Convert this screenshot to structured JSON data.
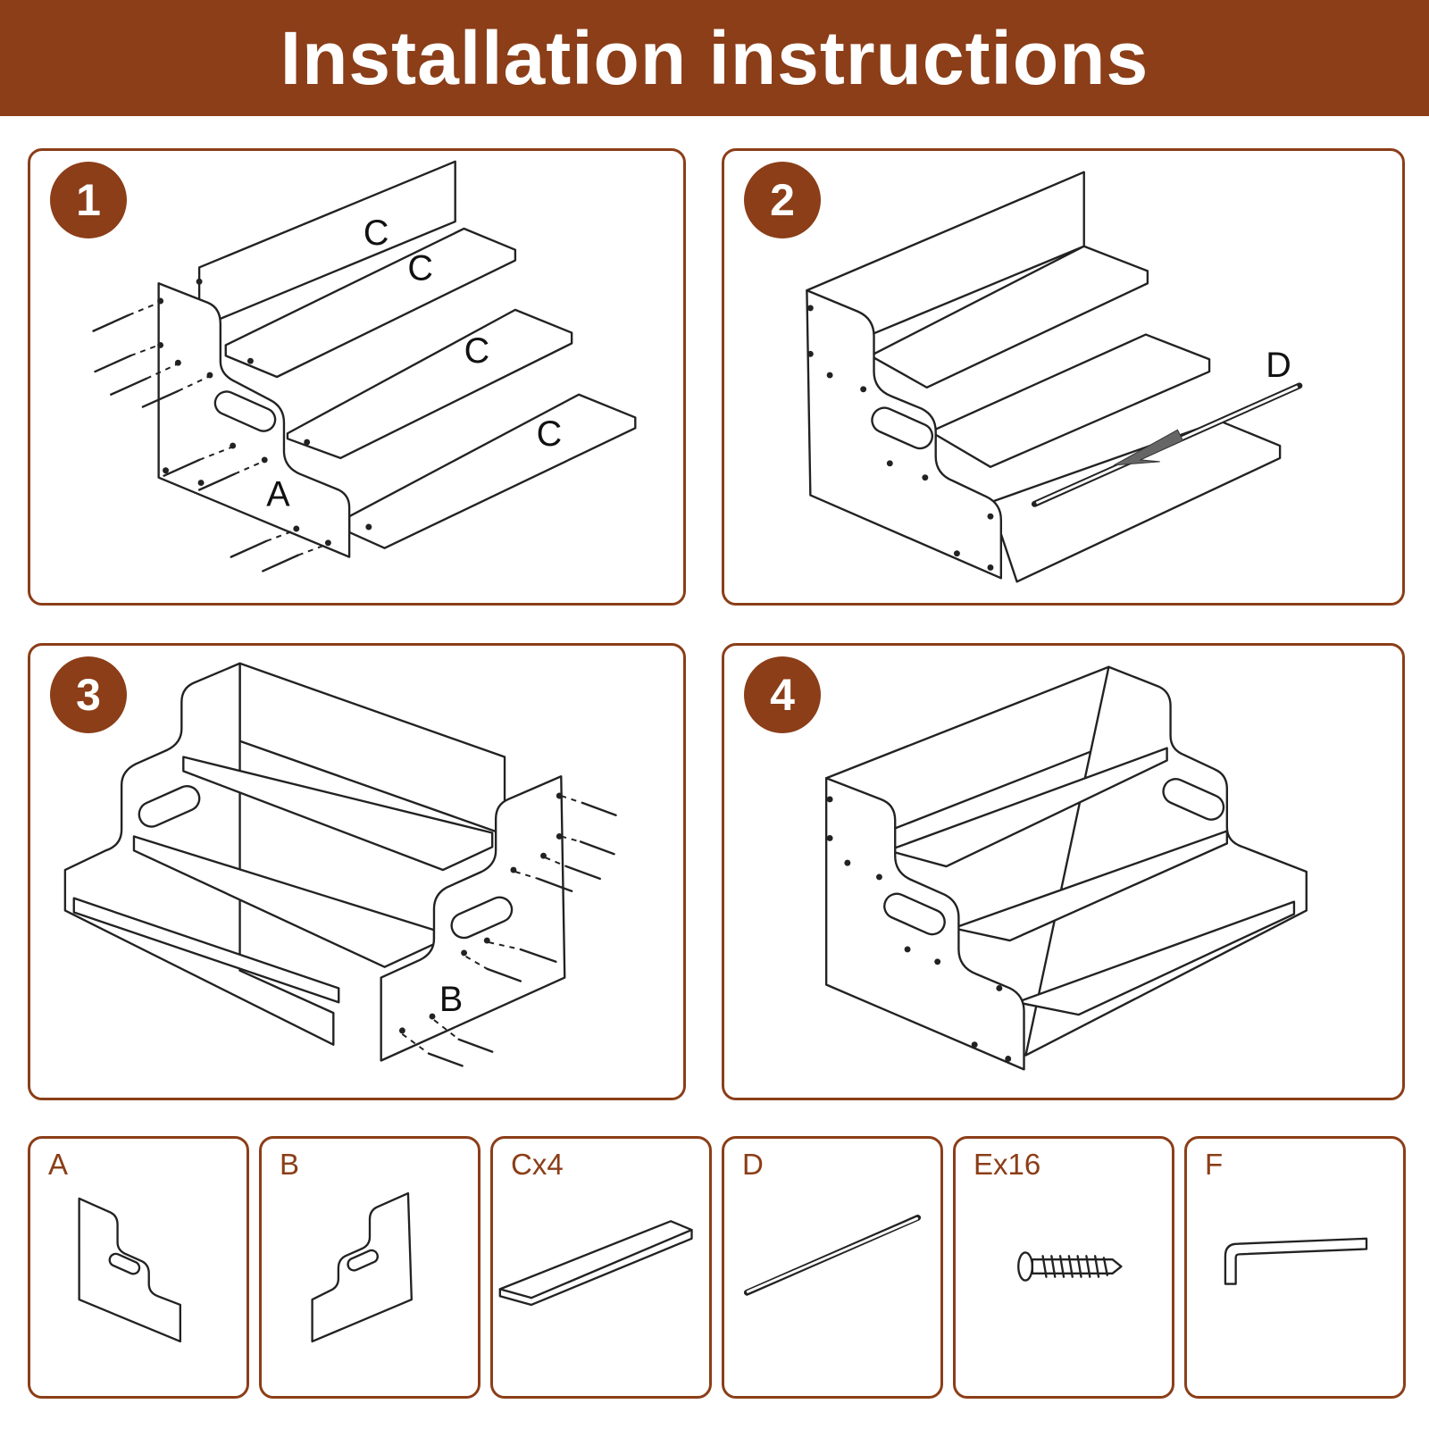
{
  "colors": {
    "accent": "#8B3E18",
    "panel_border": "#8B3E18",
    "line": "#222222"
  },
  "header": {
    "title": "Installation instructions"
  },
  "steps": [
    {
      "number": "1",
      "labels": [
        "C",
        "C",
        "C",
        "C",
        "A"
      ]
    },
    {
      "number": "2",
      "labels": [
        "D"
      ]
    },
    {
      "number": "3",
      "labels": [
        "B"
      ]
    },
    {
      "number": "4",
      "labels": []
    }
  ],
  "parts": [
    {
      "label": "A",
      "icon": "side-panel-left-icon"
    },
    {
      "label": "B",
      "icon": "side-panel-right-icon"
    },
    {
      "label": "Cx4",
      "icon": "shelf-board-icon"
    },
    {
      "label": "D",
      "icon": "rod-icon"
    },
    {
      "label": "Ex16",
      "icon": "screw-icon"
    },
    {
      "label": "F",
      "icon": "hex-key-icon"
    }
  ]
}
